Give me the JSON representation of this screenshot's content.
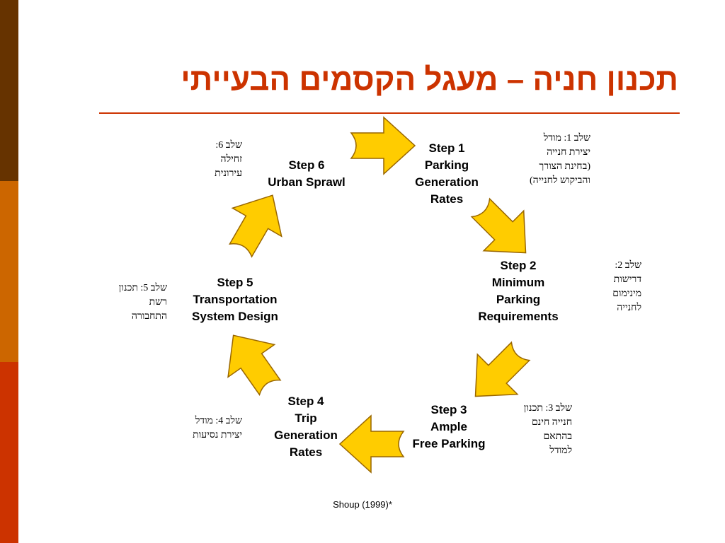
{
  "title": "תכנון חניה – מעגל הקסמים הבעייתי",
  "steps": [
    {
      "lines": [
        "Step 1",
        "Parking",
        "Generation",
        "Rates"
      ]
    },
    {
      "lines": [
        "Step 2",
        "Minimum",
        "Parking",
        "Requirements"
      ]
    },
    {
      "lines": [
        "Step 3",
        "Ample",
        "Free Parking"
      ]
    },
    {
      "lines": [
        "Step 4",
        "Trip",
        "Generation",
        "Rates"
      ]
    },
    {
      "lines": [
        "Step 5",
        "Transportation",
        "System Design"
      ]
    },
    {
      "lines": [
        "Step 6",
        "Urban Sprawl"
      ]
    }
  ],
  "notes": [
    {
      "lines": [
        "שלב 1: מודל",
        "יצירת חנייה",
        "(בחינת הצורך",
        "והביקוש לחנייה)"
      ]
    },
    {
      "lines": [
        "שלב 2:",
        "דרישות",
        "מינימום",
        "לחנייה"
      ]
    },
    {
      "lines": [
        "שלב 3: תכנון",
        "חנייה חינם",
        "בהתאם",
        "למודל"
      ]
    },
    {
      "lines": [
        "שלב 4: מודל",
        "יצירת נסיעות"
      ]
    },
    {
      "lines": [
        "שלב 5: תכנון",
        "רשת",
        "התחבורה"
      ]
    },
    {
      "lines": [
        "שלב 6:",
        "זחילה",
        "עירונית"
      ]
    }
  ],
  "citation": "Shoup (1999)*",
  "colors": {
    "title": "#cc3300",
    "arrow_fill": "#ffcc00",
    "arrow_stroke": "#996600",
    "sidebar": [
      "#663300",
      "#cc6600",
      "#cc3300"
    ]
  },
  "arrow_icon": "curved-block-arrow"
}
